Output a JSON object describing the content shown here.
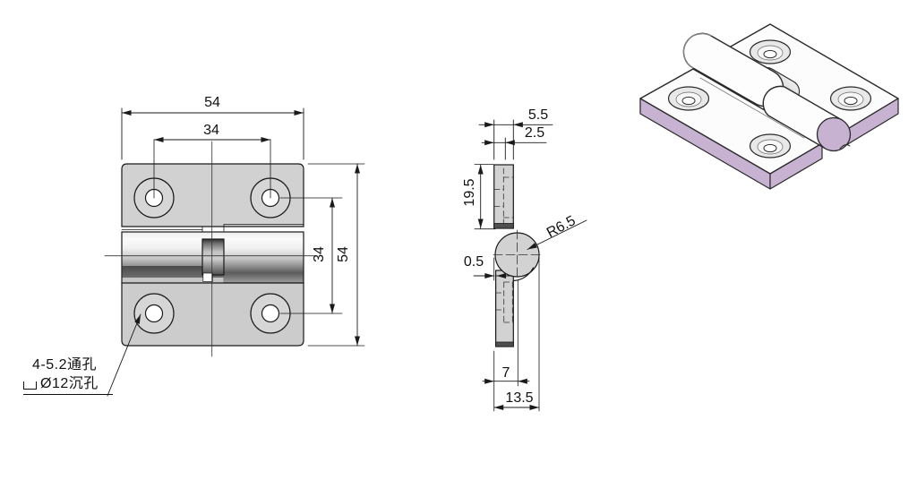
{
  "drawing": {
    "type": "engineering-drawing",
    "part": "cabinet hinge",
    "colors": {
      "line": "#1a1a1a",
      "plate_fill": "#cfcfcf",
      "dark_band": "#4f4f4f",
      "iso_side_face": "#c7b2d2",
      "iso_top_face": "#fcfcfc",
      "background": "#ffffff"
    },
    "front_view": {
      "dim_width": "54",
      "dim_hole_spacing_h": "34",
      "dim_hole_spacing_v": "34",
      "dim_height": "54",
      "note_line1": "4-5.2通孔",
      "note_line2": "Ø12沉孔"
    },
    "side_view": {
      "dim_total_thickness": "5.5",
      "dim_top_offset": "2.5",
      "dim_leaf_length": "19.5",
      "dim_knuckle_radius": "R6.5",
      "dim_edge_offset": "0.5",
      "dim_axis_to_edge": "7",
      "dim_total_depth": "13.5"
    }
  }
}
